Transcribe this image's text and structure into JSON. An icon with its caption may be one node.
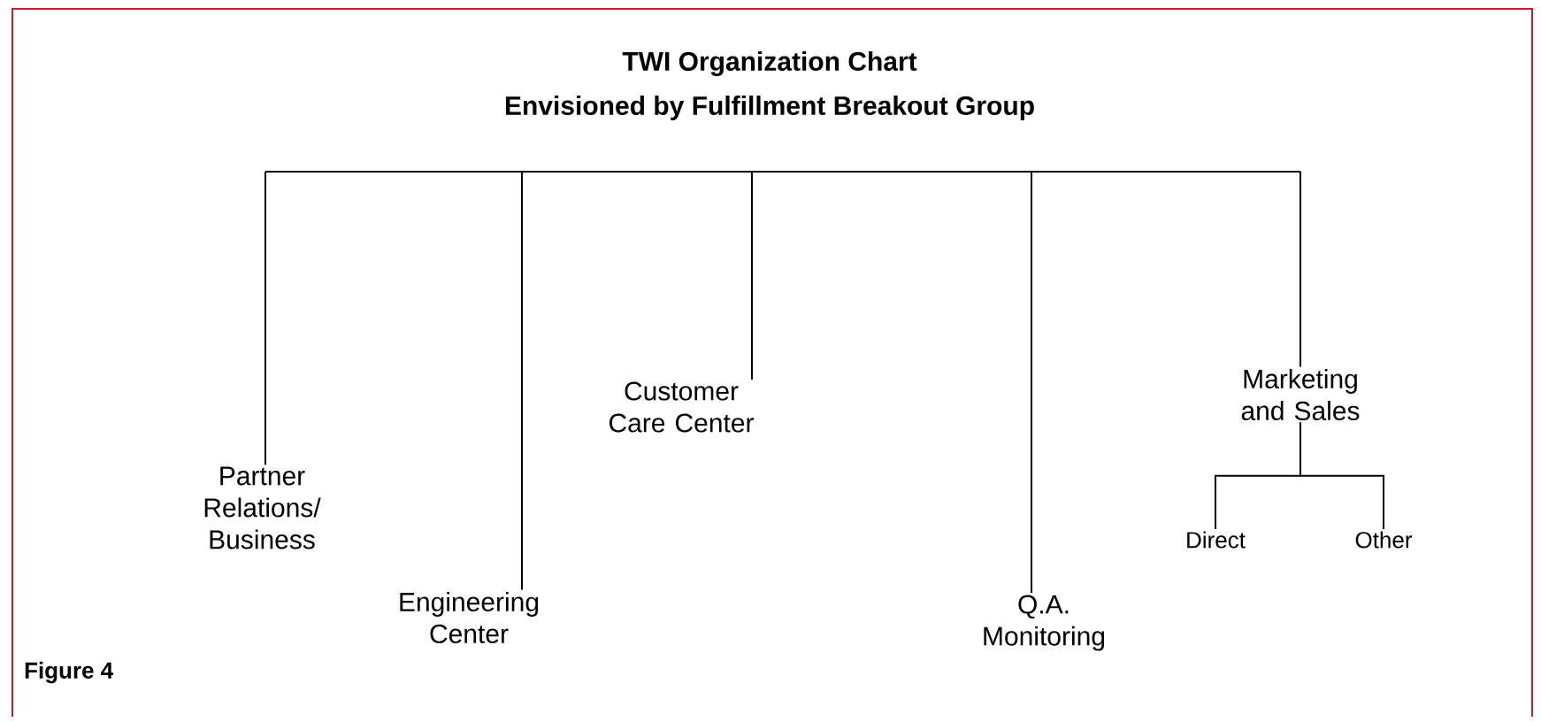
{
  "diagram": {
    "title": "TWI Organization Chart",
    "caption": "Figure 4",
    "labels": [
      "Envisioned by Fulfillment Breakout Group"
    ],
    "nodes": [
      {
        "text": [
          "Partner Relations/ Business"
        ]
      },
      {
        "text": [
          "Engineering Center"
        ]
      },
      {
        "text": [
          "Customer Care Center"
        ]
      },
      {
        "text": [
          "Q.A. Monitoring"
        ]
      },
      {
        "text": [
          "Marketing and Sales"
        ]
      },
      {
        "text": [
          "Direct"
        ]
      },
      {
        "text": [
          "Other"
        ]
      }
    ],
    "edges": [
      {
        "from": null,
        "to": 0,
        "arrow": "none"
      },
      {
        "from": null,
        "to": 1,
        "arrow": "none"
      },
      {
        "from": null,
        "to": 2,
        "arrow": "none"
      },
      {
        "from": null,
        "to": 3,
        "arrow": "none"
      },
      {
        "from": null,
        "to": 4,
        "arrow": "none"
      },
      {
        "from": 4,
        "to": 5,
        "arrow": "none"
      },
      {
        "from": 4,
        "to": 6,
        "arrow": "none"
      }
    ]
  }
}
